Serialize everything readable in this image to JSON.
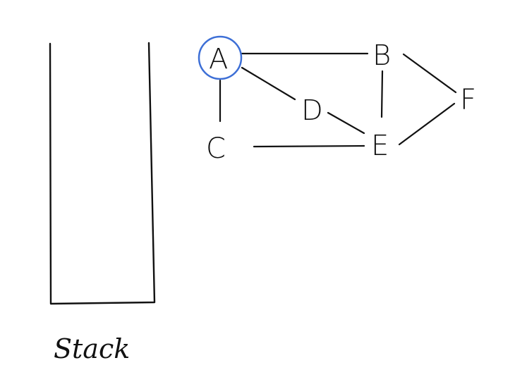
{
  "stack": {
    "label": "Stack"
  },
  "graph": {
    "nodes": [
      {
        "id": "A",
        "label": "A",
        "highlighted": true
      },
      {
        "id": "B",
        "label": "B",
        "highlighted": false
      },
      {
        "id": "C",
        "label": "C",
        "highlighted": false
      },
      {
        "id": "D",
        "label": "D",
        "highlighted": false
      },
      {
        "id": "E",
        "label": "E",
        "highlighted": false
      },
      {
        "id": "F",
        "label": "F",
        "highlighted": false
      }
    ],
    "edges": [
      [
        "A",
        "B"
      ],
      [
        "A",
        "D"
      ],
      [
        "A",
        "C"
      ],
      [
        "B",
        "E"
      ],
      [
        "B",
        "F"
      ],
      [
        "D",
        "E"
      ],
      [
        "C",
        "E"
      ],
      [
        "E",
        "F"
      ]
    ]
  },
  "colors": {
    "ink": "#111111",
    "highlight": "#3d6fd6",
    "background": "#ffffff"
  }
}
